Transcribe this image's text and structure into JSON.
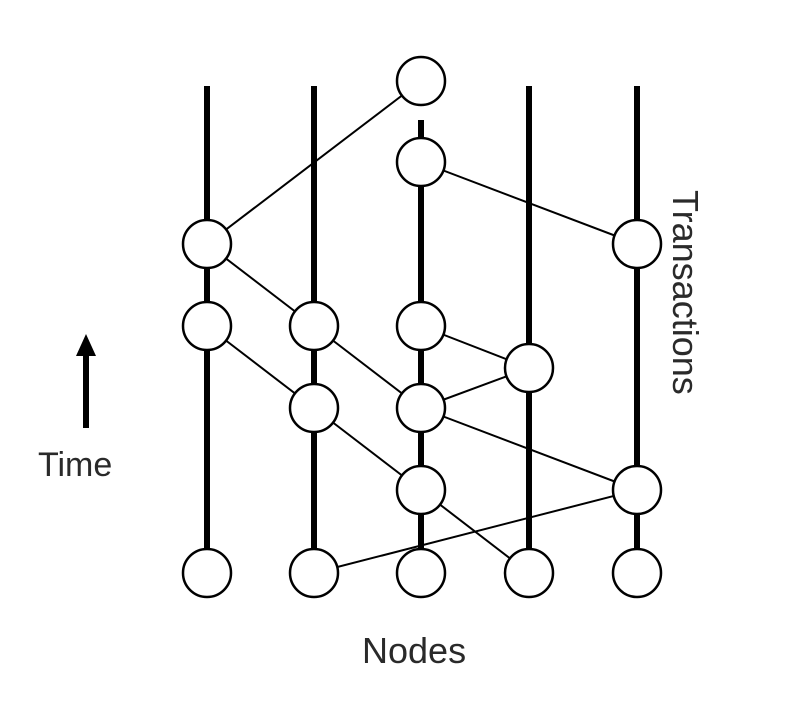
{
  "labels": {
    "time": "Time",
    "nodes": "Nodes",
    "transactions": "Transactions"
  },
  "colors": {
    "ink": "#000000",
    "fill": "#ffffff"
  }
}
